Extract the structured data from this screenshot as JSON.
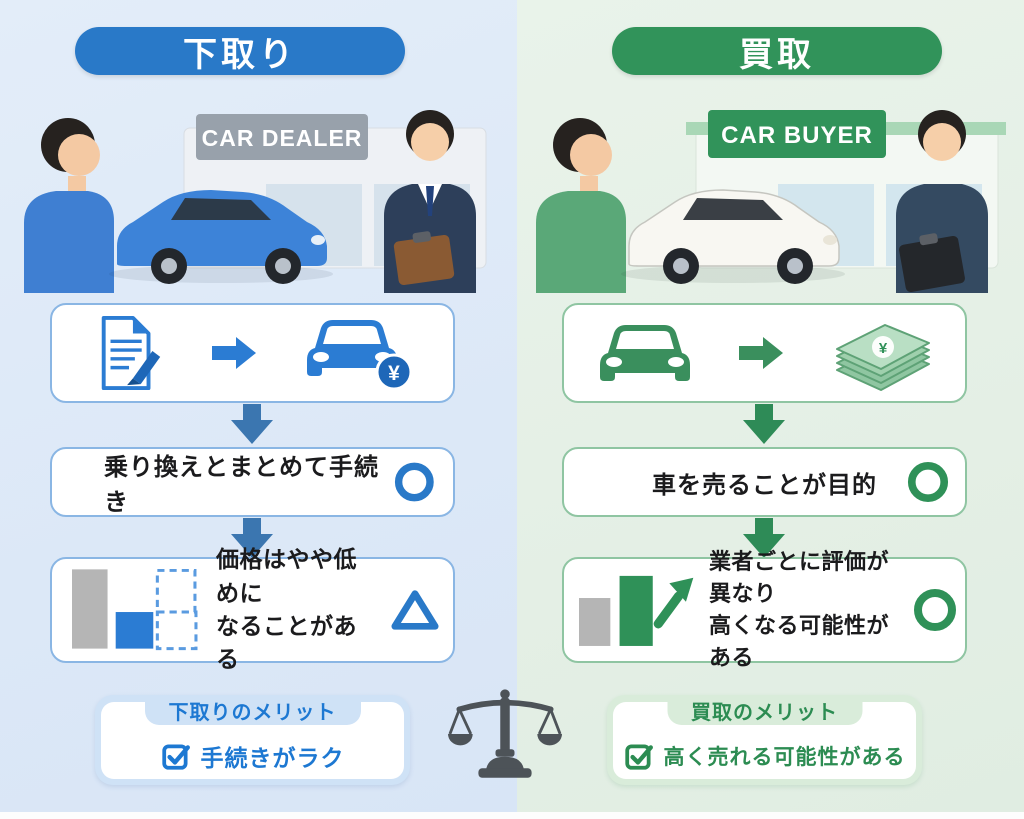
{
  "left": {
    "header_label": "下取り",
    "accent": "#2979c8",
    "arrow_color": "#3b76b0",
    "panel_bg": "#dce8f7",
    "scene": {
      "sign_text": "CAR DEALER",
      "sign_color": "#98a1ab",
      "car_color": "#3d83d8"
    },
    "flow": {
      "icon_sequence": [
        "document-pen-icon",
        "arrow-right-icon",
        "car-with-yen-icon"
      ],
      "yen_badge": "¥"
    },
    "step2": {
      "text": "乗り換えとまとめて手続き",
      "mark": "circle"
    },
    "step3": {
      "line1": "価格はやや低めに",
      "line2": "なることがある",
      "mark": "triangle"
    },
    "merit": {
      "title": "下取りのメリット",
      "item": "手続きがラク"
    }
  },
  "right": {
    "header_label": "買取",
    "accent": "#31935a",
    "arrow_color": "#2e8b57",
    "panel_bg": "#e4efe5",
    "scene": {
      "sign_text": "CAR BUYER",
      "sign_color": "#31935a",
      "car_color": "#f8f7f2"
    },
    "flow": {
      "icon_sequence": [
        "car-front-icon",
        "arrow-right-icon",
        "money-stack-icon"
      ],
      "bill_symbol": "¥"
    },
    "step2": {
      "text": "車を売ることが目的",
      "mark": "circle"
    },
    "step3": {
      "line1": "業者ごとに評価が異なり",
      "line2": "高くなる可能性がある",
      "mark": "circle"
    },
    "merit": {
      "title": "買取のメリット",
      "item": "高く売れる可能性がある"
    }
  },
  "center": {
    "icon": "balance-scale",
    "scale_color": "#4d5358"
  },
  "shared_colors": {
    "gray_bar": "#b5b5b5",
    "text_dark": "#1b1b1d",
    "box_bg": "#ffffff"
  }
}
